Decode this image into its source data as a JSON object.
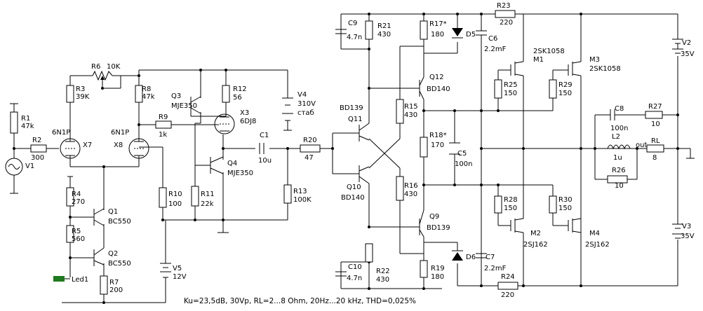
{
  "caption": "Ku=23,5dB, 30Vp, RL=2...8 Ohm, 20Hz...20 kHz, THD=0,025%",
  "components": {
    "R1": {
      "ref": "R1",
      "value": "47k"
    },
    "R2": {
      "ref": "R2",
      "value": "300"
    },
    "R3": {
      "ref": "R3",
      "value": "39K"
    },
    "R4": {
      "ref": "R4",
      "value": "270"
    },
    "R5": {
      "ref": "R5",
      "value": "560"
    },
    "R6": {
      "ref": "R6",
      "value": "10K"
    },
    "R7": {
      "ref": "R7",
      "value": "200"
    },
    "R8": {
      "ref": "R8",
      "value": "47k"
    },
    "R9": {
      "ref": "R9",
      "value": "1k"
    },
    "R10": {
      "ref": "R10",
      "value": "100"
    },
    "R11": {
      "ref": "R11",
      "value": "22k"
    },
    "R12": {
      "ref": "R12",
      "value": "56"
    },
    "R13": {
      "ref": "R13",
      "value": "100K"
    },
    "R15": {
      "ref": "R15",
      "value": "430"
    },
    "R16": {
      "ref": "R16",
      "value": "430"
    },
    "R17": {
      "ref": "R17*",
      "value": "180"
    },
    "R18": {
      "ref": "R18*",
      "value": "170"
    },
    "R19": {
      "ref": "R19",
      "value": "180"
    },
    "R20": {
      "ref": "R20",
      "value": "47"
    },
    "R21": {
      "ref": "R21",
      "value": "430"
    },
    "R22": {
      "ref": "R22",
      "value": "430"
    },
    "R23": {
      "ref": "R23",
      "value": "220"
    },
    "R24": {
      "ref": "R24",
      "value": "220"
    },
    "R25": {
      "ref": "R25",
      "value": "150"
    },
    "R26": {
      "ref": "R26",
      "value": "10"
    },
    "R27": {
      "ref": "R27",
      "value": "10"
    },
    "R28": {
      "ref": "R28",
      "value": "150"
    },
    "R29": {
      "ref": "R29",
      "value": "150"
    },
    "R30": {
      "ref": "R30",
      "value": "150"
    },
    "RL": {
      "ref": "RL",
      "value": "8"
    },
    "C1": {
      "ref": "C1",
      "value": "10u"
    },
    "C5": {
      "ref": "C5",
      "value": "100n"
    },
    "C6": {
      "ref": "C6",
      "value": "2.2mF"
    },
    "C7": {
      "ref": "C7",
      "value": "2.2mF"
    },
    "C8": {
      "ref": "C8",
      "value": "100n"
    },
    "C9": {
      "ref": "C9",
      "value": "4.7n"
    },
    "C10": {
      "ref": "C10",
      "value": "4.7n"
    },
    "L2": {
      "ref": "L2",
      "value": "1u"
    },
    "V1": {
      "ref": "V1"
    },
    "V2": {
      "ref": "V2",
      "value": "35V"
    },
    "V3": {
      "ref": "V3",
      "value": "35V"
    },
    "V4": {
      "ref": "V4",
      "value": "310V",
      "extra": "стаб"
    },
    "V5": {
      "ref": "V5",
      "value": "12V"
    },
    "X7": {
      "ref": "X7",
      "type": "6N1P"
    },
    "X8": {
      "ref": "X8",
      "type": "6N1P"
    },
    "X3": {
      "ref": "X3",
      "type": "6DJ8"
    },
    "Q1": {
      "ref": "Q1",
      "type": "BC550"
    },
    "Q2": {
      "ref": "Q2",
      "type": "BC550"
    },
    "Q3": {
      "ref": "Q3",
      "type": "MJE350"
    },
    "Q4": {
      "ref": "Q4",
      "type": "MJE350"
    },
    "Q9": {
      "ref": "Q9",
      "type": "BD139"
    },
    "Q10": {
      "ref": "Q10",
      "type": "BD140"
    },
    "Q11": {
      "ref": "Q11",
      "type": "BD139"
    },
    "Q12": {
      "ref": "Q12",
      "type": "BD140"
    },
    "M1": {
      "ref": "M1",
      "type": "2SK1058"
    },
    "M2": {
      "ref": "M2",
      "type": "2SJ162"
    },
    "M3": {
      "ref": "M3",
      "type": "2SK1058"
    },
    "M4": {
      "ref": "M4",
      "type": "2SJ162"
    },
    "D5": {
      "ref": "D5"
    },
    "D6": {
      "ref": "D6"
    },
    "Led1": {
      "ref": "Led1"
    },
    "out": {
      "ref": "out"
    }
  },
  "colors": {
    "wire": "#000000",
    "led": "#1e7a1e"
  }
}
